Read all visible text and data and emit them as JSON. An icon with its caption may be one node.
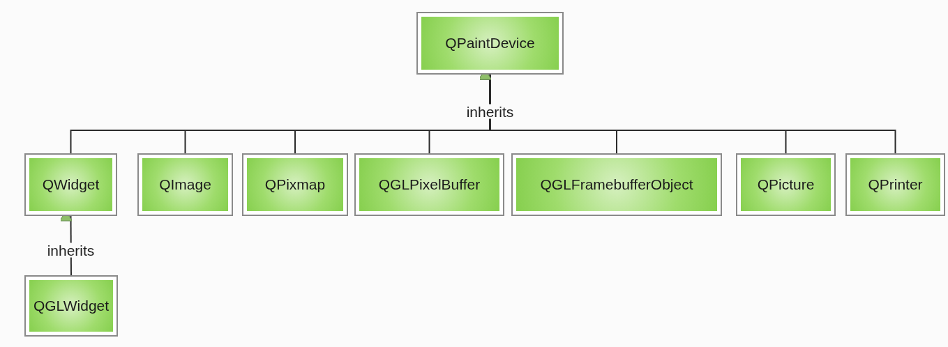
{
  "diagram": {
    "nodes": [
      {
        "text": [
          "QPaintDevice"
        ]
      },
      {
        "text": [
          "QWidget"
        ]
      },
      {
        "text": [
          "QImage"
        ]
      },
      {
        "text": [
          "QPixmap"
        ]
      },
      {
        "text": [
          "QGLPixelBuffer"
        ]
      },
      {
        "text": [
          "QGLFramebufferObject"
        ]
      },
      {
        "text": [
          "QPicture"
        ]
      },
      {
        "text": [
          "QPrinter"
        ]
      },
      {
        "text": [
          "QGLWidget"
        ]
      }
    ],
    "edges": [
      {
        "from": 1,
        "to": 0,
        "arrow": "to",
        "label": "inherits"
      },
      {
        "from": 2,
        "to": 0,
        "arrow": "to"
      },
      {
        "from": 3,
        "to": 0,
        "arrow": "to"
      },
      {
        "from": 4,
        "to": 0,
        "arrow": "to"
      },
      {
        "from": 5,
        "to": 0,
        "arrow": "to"
      },
      {
        "from": 6,
        "to": 0,
        "arrow": "to"
      },
      {
        "from": 7,
        "to": 0,
        "arrow": "to"
      },
      {
        "from": 8,
        "to": 1,
        "arrow": "to",
        "label": "inherits"
      }
    ]
  }
}
